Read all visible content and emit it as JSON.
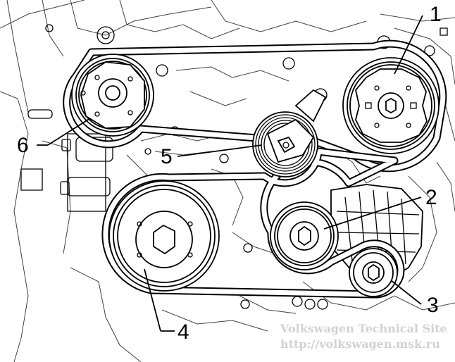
{
  "callouts": [
    {
      "id": "1",
      "label": "1"
    },
    {
      "id": "2",
      "label": "2"
    },
    {
      "id": "3",
      "label": "3"
    },
    {
      "id": "4",
      "label": "4"
    },
    {
      "id": "5",
      "label": "5"
    },
    {
      "id": "6",
      "label": "6"
    }
  ],
  "watermark": {
    "line1": "Volkswagen Technical Site",
    "line2": "http://volkswagen.msk.ru"
  }
}
